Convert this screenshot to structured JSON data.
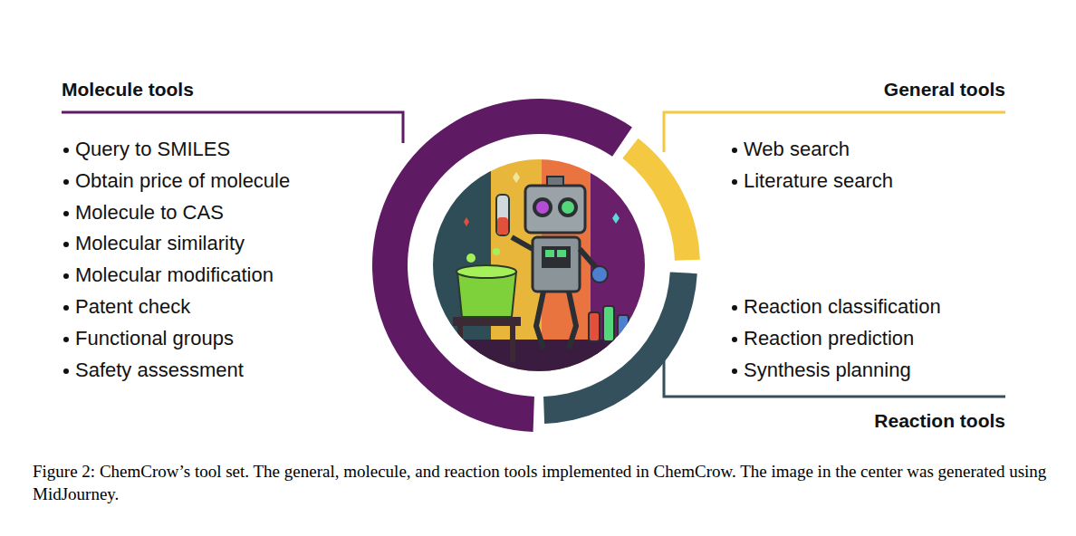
{
  "diagram": {
    "caption": "Figure 2: ChemCrow’s tool set. The general, molecule, and reaction tools implemented in ChemCrow. The image in the center was generated using MidJourney.",
    "nodes": [
      {
        "text": [
          "Molecule tools",
          "Query to SMILES",
          "Obtain price of molecule",
          "Molecule to CAS",
          "Molecular similarity",
          "Molecular modification",
          "Patent check",
          "Functional groups",
          "Safety assessment"
        ]
      },
      {
        "text": [
          "General tools",
          "Web search",
          "Literature search"
        ]
      },
      {
        "text": [
          "Reaction tools",
          "Reaction classification",
          "Reaction prediction",
          "Synthesis planning"
        ]
      }
    ]
  }
}
